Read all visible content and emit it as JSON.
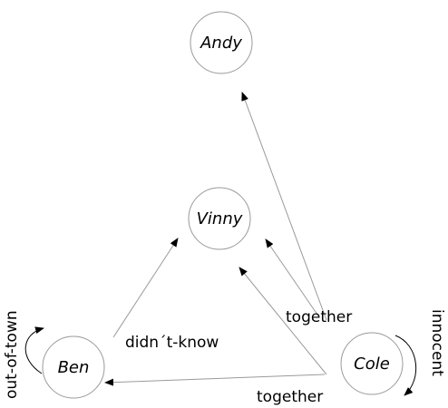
{
  "colors": {
    "node_stroke": "#9a9a9a",
    "edge": "#9a9a9a",
    "text": "#000000",
    "background": "#ffffff"
  },
  "nodes": {
    "andy": "Andy",
    "vinny": "Vinny",
    "ben": "Ben",
    "cole": "Cole"
  },
  "edges": {
    "cole_to_andy": "together",
    "cole_to_vinny": "together",
    "cole_to_ben": "together",
    "ben_to_vinny": "didn´t-know",
    "ben_self": "out-of-town",
    "cole_self": "innocent"
  }
}
